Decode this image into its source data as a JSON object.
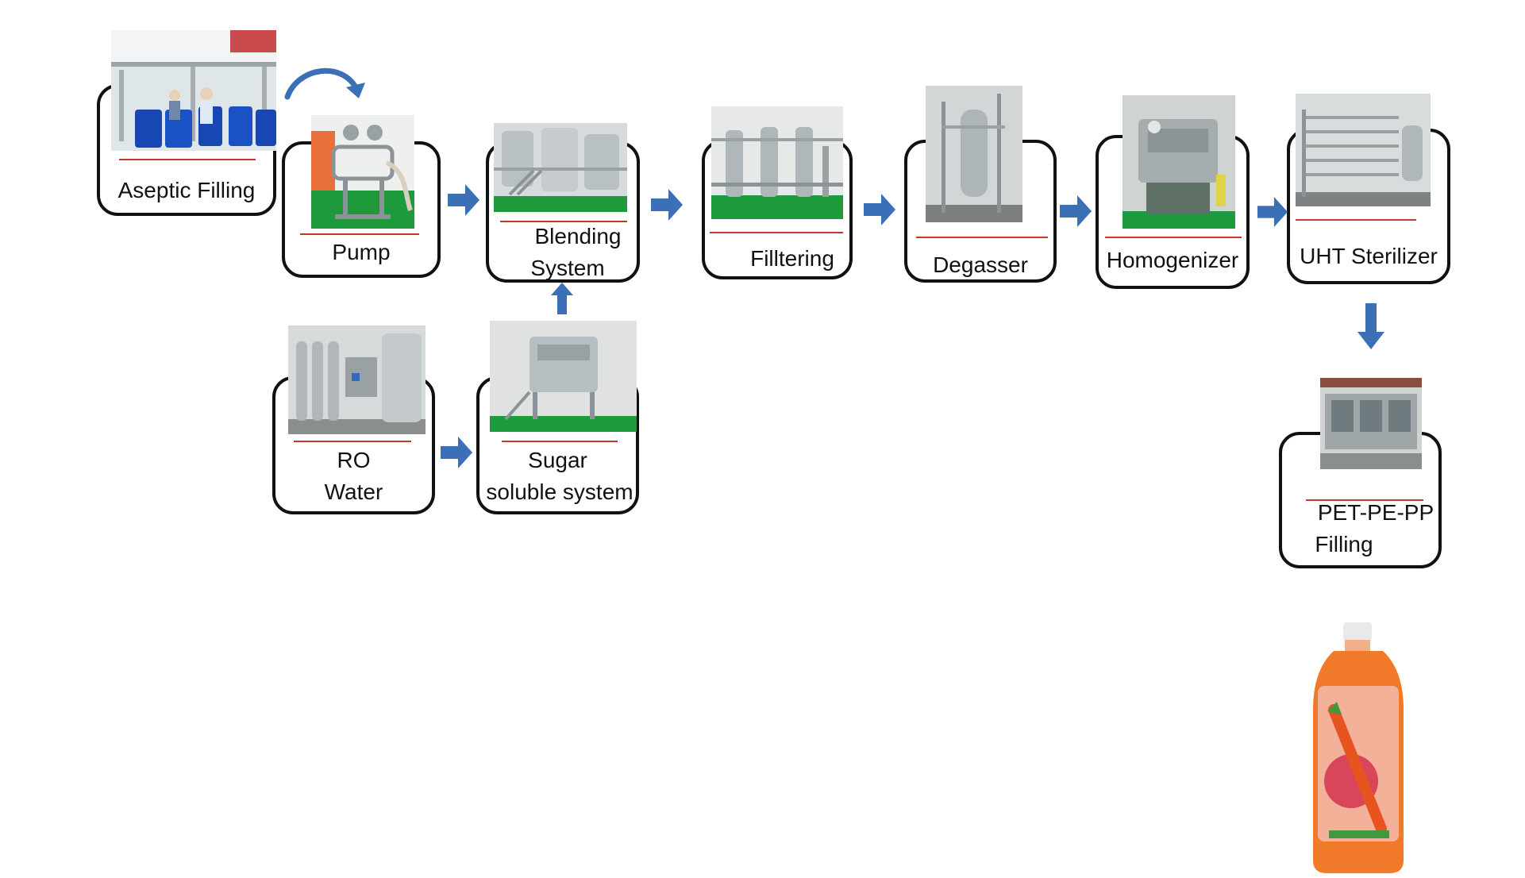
{
  "steps": {
    "aseptic": {
      "line1": "Aseptic Filling"
    },
    "pump": {
      "line1": "Pump"
    },
    "blending": {
      "line1": "Blending",
      "line2": "System"
    },
    "filtering": {
      "line1": "Filltering"
    },
    "degasser": {
      "line1": "Degasser"
    },
    "homogenizer": {
      "line1": "Homogenizer"
    },
    "uht": {
      "line1": "UHT Sterilizer"
    },
    "ro": {
      "line1": "RO",
      "line2": "Water"
    },
    "sugar": {
      "line1": "Sugar",
      "line2": "soluble system"
    },
    "pet": {
      "line1": "PET-PE-PP",
      "line2": "Filling"
    }
  },
  "colors": {
    "arrow": "#3b6fb6",
    "box_border": "#111111",
    "rule": "#c0392b",
    "floor_green": "#1e9a3c",
    "bottle_orange": "#f07a2a"
  }
}
